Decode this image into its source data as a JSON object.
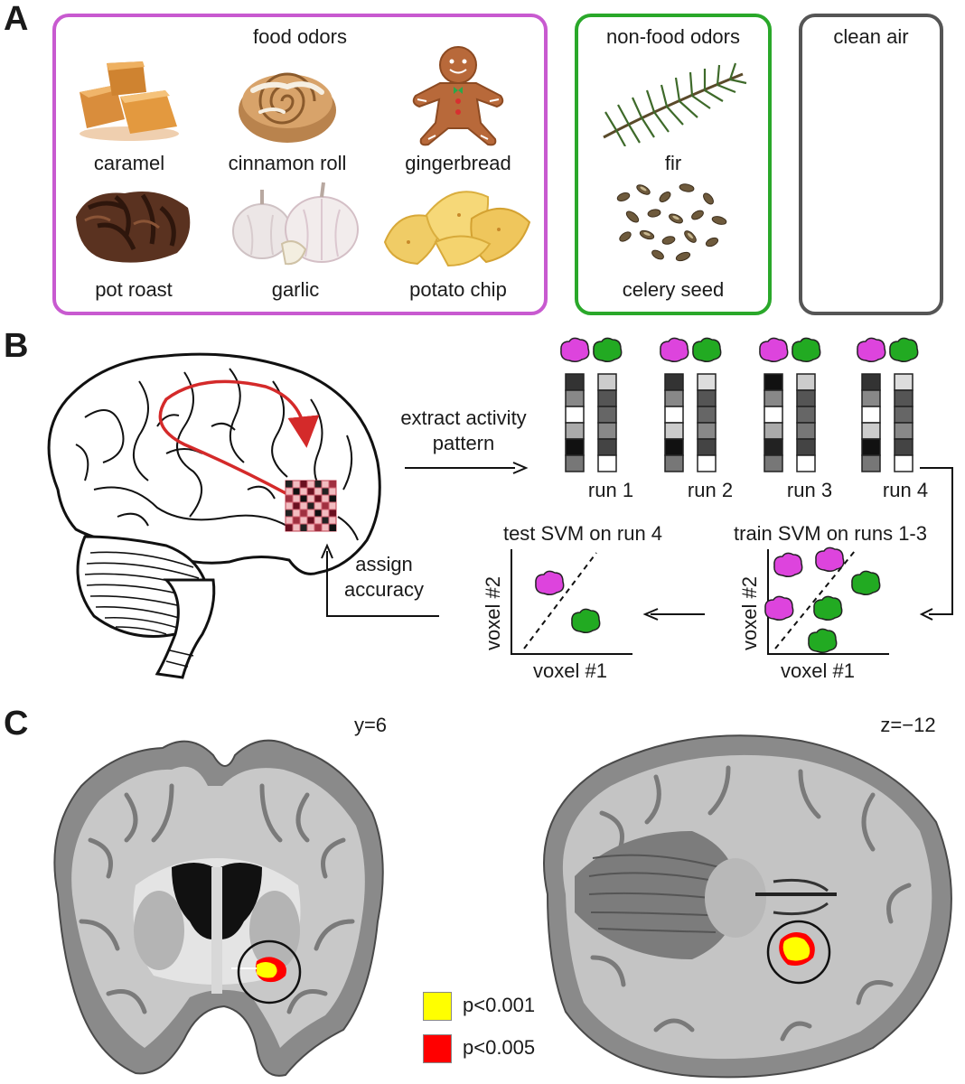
{
  "panel_a": {
    "letter": "A",
    "food_group": {
      "title": "food odors",
      "border_color": "#c85ad0",
      "items": [
        {
          "label": "caramel",
          "icon": "caramel-icon"
        },
        {
          "label": "cinnamon roll",
          "icon": "cinnamon-roll-icon"
        },
        {
          "label": "gingerbread",
          "icon": "gingerbread-icon"
        },
        {
          "label": "pot roast",
          "icon": "pot-roast-icon"
        },
        {
          "label": "garlic",
          "icon": "garlic-icon"
        },
        {
          "label": "potato chip",
          "icon": "potato-chip-icon"
        }
      ]
    },
    "nonfood_group": {
      "title": "non-food odors",
      "border_color": "#2aa82a",
      "items": [
        {
          "label": "fir",
          "icon": "fir-branch-icon"
        },
        {
          "label": "celery seed",
          "icon": "celery-seed-icon"
        }
      ]
    },
    "air_group": {
      "title": "clean air",
      "border_color": "#555555"
    }
  },
  "panel_b": {
    "letter": "B",
    "extract_line1": "extract activity",
    "extract_line2": "pattern",
    "runs": [
      "run 1",
      "run 2",
      "run 3",
      "run 4"
    ],
    "train_title": "train SVM on runs 1-3",
    "test_title": "test SVM on run 4",
    "assign_line1": "assign",
    "assign_line2": "accuracy",
    "x_axis": "voxel #1",
    "y_axis": "voxel #2",
    "food_color": "#dd44dd",
    "nonfood_color": "#22aa22",
    "arrow_color": "#d42a2a"
  },
  "panel_c": {
    "letter": "C",
    "coronal_label": "y=6",
    "axial_label": "z=−12",
    "legend": [
      {
        "label": "p<0.001",
        "color": "#ffff00"
      },
      {
        "label": "p<0.005",
        "color": "#ff0000"
      }
    ]
  }
}
